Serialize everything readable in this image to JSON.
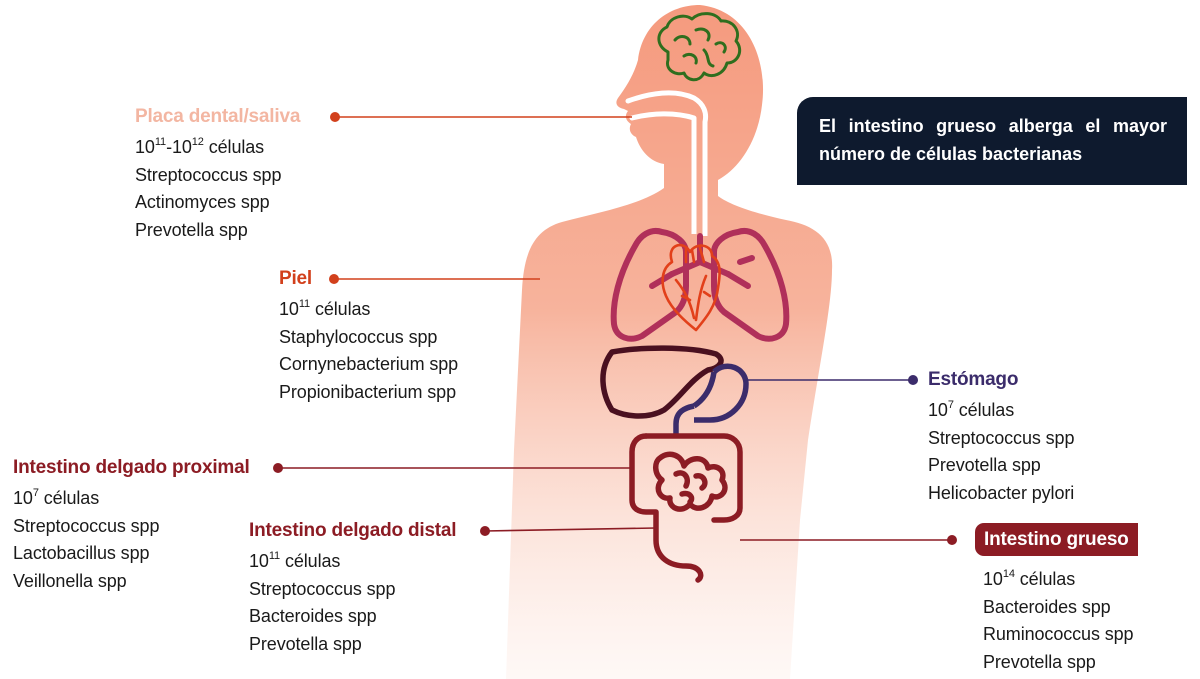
{
  "callout": {
    "text": "El intestino grueso alberga el mayor número de células bacterianas"
  },
  "sites": {
    "placa": {
      "title": "Placa dental/saliva",
      "cells_base": "10",
      "cells_exp": "11",
      "cells_sep": "-10",
      "cells_exp2": "12",
      "cells_unit": " células",
      "bacteria": [
        "Streptococcus spp",
        "Actinomyces spp",
        "Prevotella spp"
      ]
    },
    "piel": {
      "title": "Piel",
      "cells_base": "10",
      "cells_exp": "11",
      "cells_unit": " células",
      "bacteria": [
        "Staphylococcus spp",
        "Cornynebacterium spp",
        "Propionibacterium spp"
      ]
    },
    "estomago": {
      "title": "Estómago",
      "cells_base": "10",
      "cells_exp": "7",
      "cells_unit": " células",
      "bacteria": [
        "Streptococcus spp",
        "Prevotella spp",
        "Helicobacter pylori"
      ]
    },
    "proximal": {
      "title": "Intestino delgado proximal",
      "cells_base": "10",
      "cells_exp": "7",
      "cells_unit": " células",
      "bacteria": [
        "Streptococcus spp",
        "Lactobacillus spp",
        "Veillonella spp"
      ]
    },
    "distal": {
      "title": "Intestino delgado distal",
      "cells_base": "10",
      "cells_exp": "11",
      "cells_unit": " células",
      "bacteria": [
        "Streptococcus spp",
        "Bacteroides spp",
        "Prevotella spp"
      ]
    },
    "grueso": {
      "title": "Intestino grueso",
      "cells_base": "10",
      "cells_exp": "14",
      "cells_unit": " células",
      "bacteria": [
        "Bacteroides spp",
        "Ruminococcus spp",
        "Prevotella spp"
      ]
    }
  },
  "colors": {
    "placa": "#f3b6a2",
    "piel": "#d2401c",
    "estomago": "#3b2c6b",
    "intestino": "#8c1c24",
    "lungs": "#b0305a",
    "liver": "#4a1020",
    "brain": "#2f6e1e",
    "callout_bg": "#0e1a2e"
  }
}
